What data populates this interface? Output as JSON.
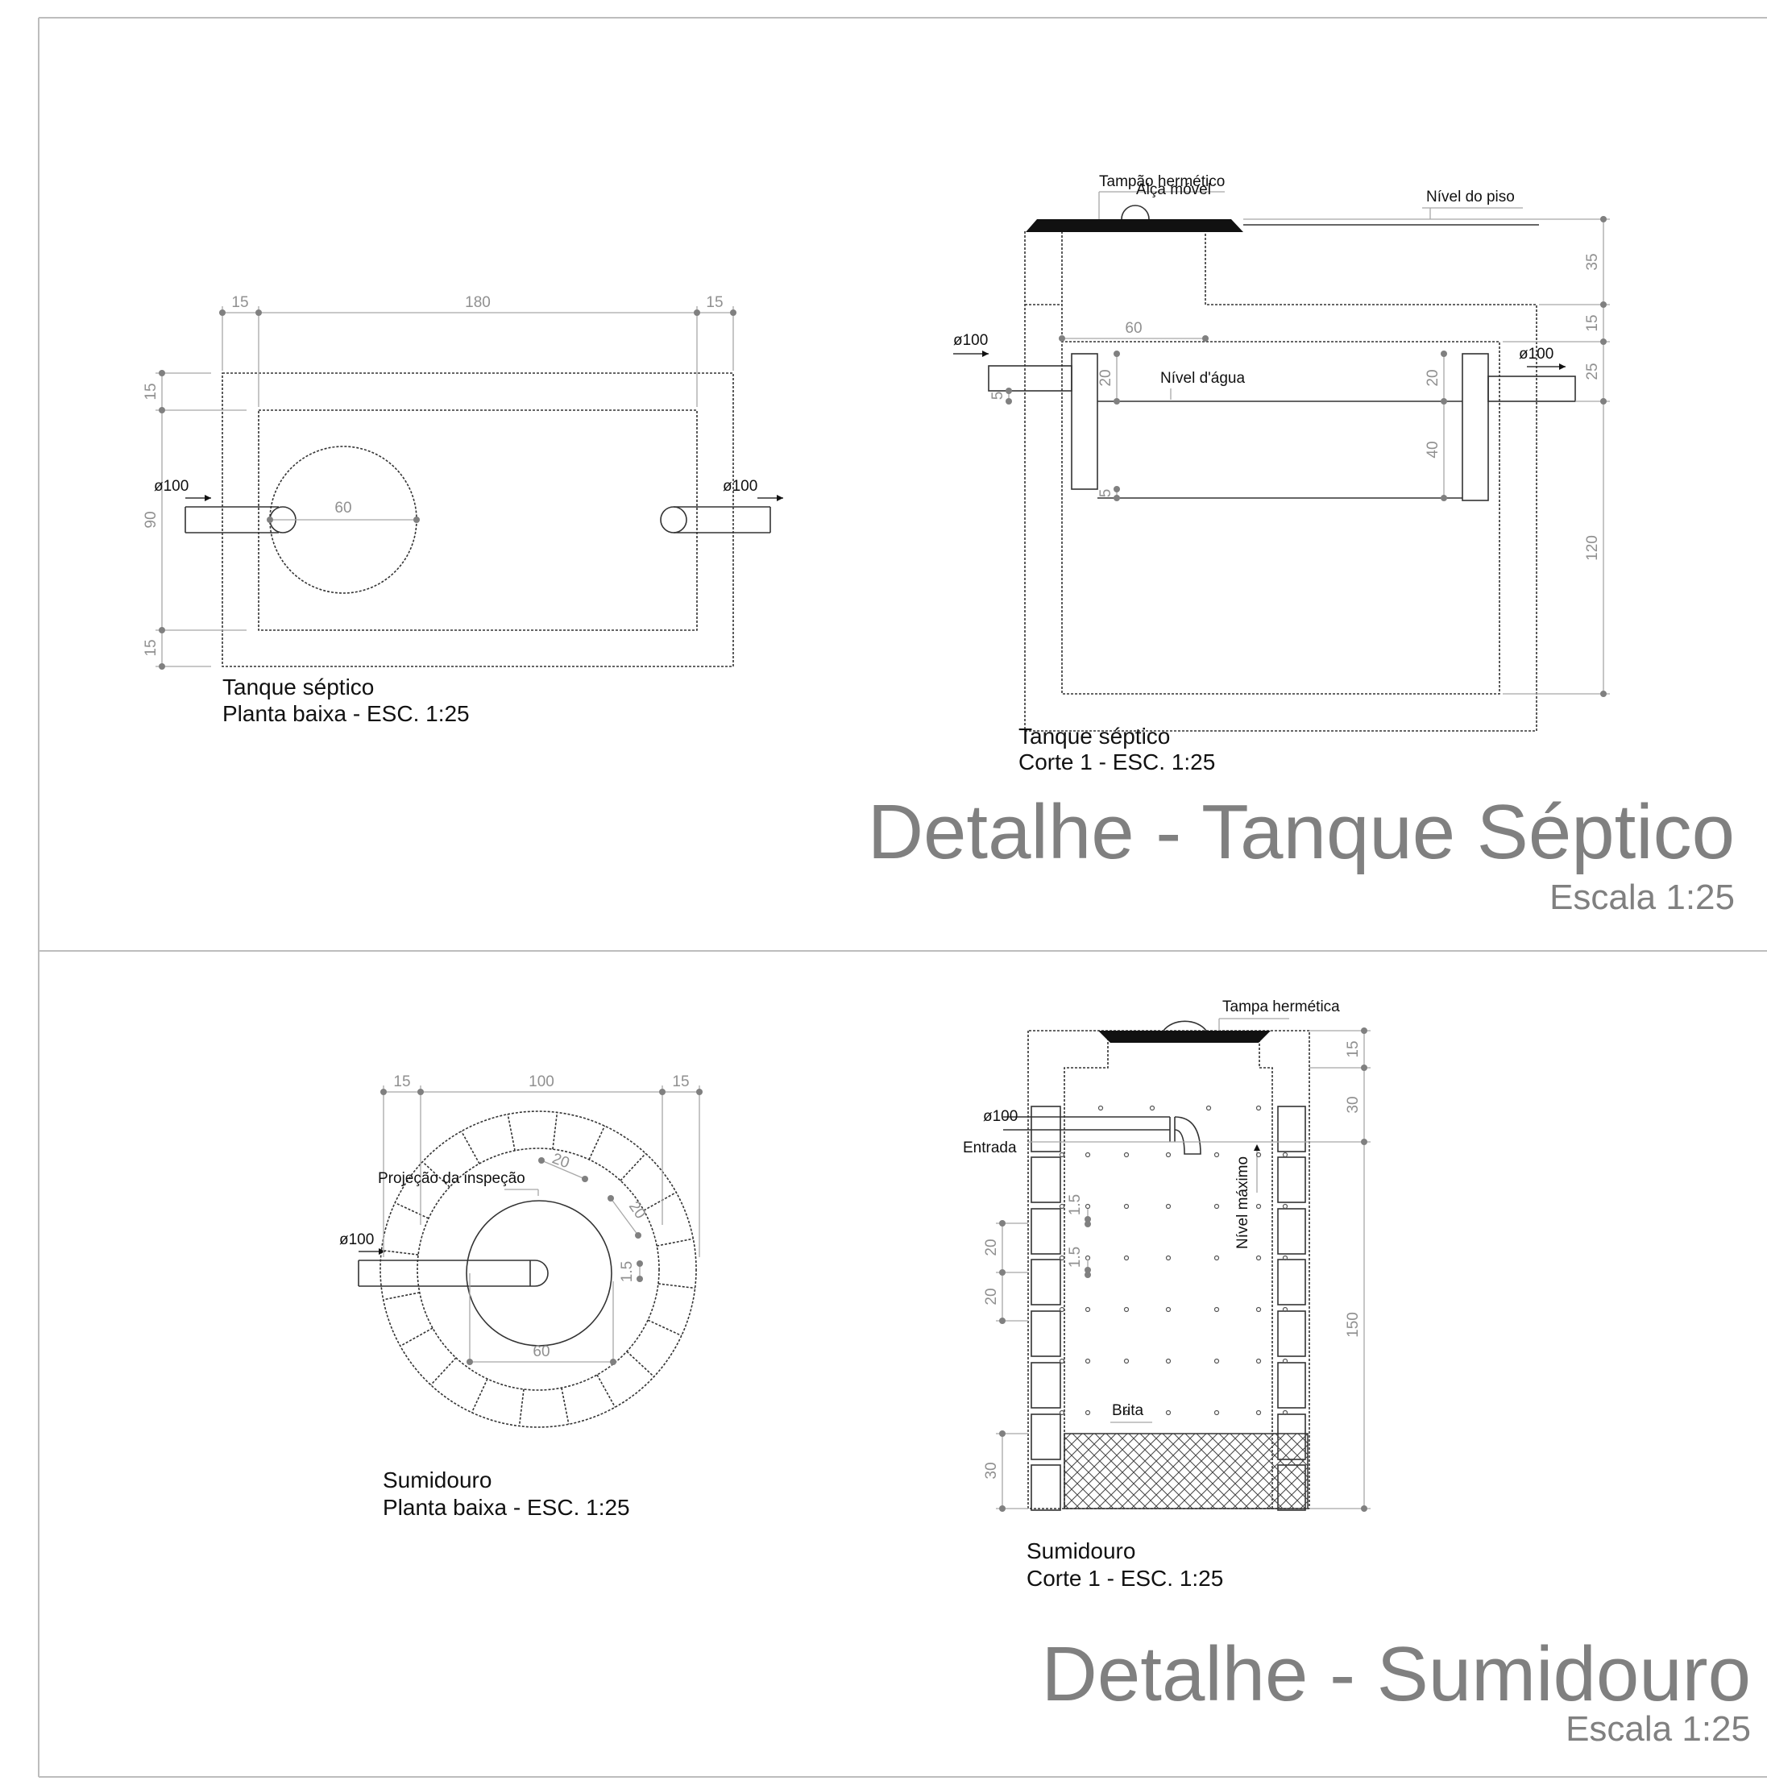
{
  "septic": {
    "title": "Detalhe - Tanque Séptico",
    "scale": "Escala 1:25",
    "plan": {
      "caption_1": "Tanque séptico",
      "caption_2": "Planta baixa - ESC. 1:25",
      "dim_wall_left": "15",
      "dim_inner_length": "180",
      "dim_wall_right": "15",
      "dim_wall_top": "15",
      "dim_inner_width": "90",
      "dim_wall_bottom": "15",
      "dim_inspection": "60",
      "pipe_in": "ø100",
      "pipe_out": "ø100"
    },
    "section": {
      "caption_1": "Tanque séptico",
      "caption_2": "Corte 1 - ESC. 1:25",
      "lid_label": "Tampão hermético",
      "handle_label": "Alça móvel",
      "floor_label": "Nível do piso",
      "water_label": "Nível d'água",
      "pipe_in": "ø100",
      "pipe_out": "ø100",
      "dim_35": "35",
      "dim_15": "15",
      "dim_25": "25",
      "dim_120": "120",
      "dim_60": "60",
      "dim_20_left": "20",
      "dim_5_left": "5",
      "dim_5_bottom": "5",
      "dim_20_right": "20",
      "dim_40_right": "40"
    }
  },
  "sink": {
    "title": "Detalhe - Sumidouro",
    "scale": "Escala 1:25",
    "plan": {
      "caption_1": "Sumidouro",
      "caption_2": "Planta baixa - ESC. 1:25",
      "dim_left": "15",
      "dim_diameter": "100",
      "dim_right": "15",
      "inspection_label": "Projeção da inspeção",
      "dim_20_a": "20",
      "dim_20_b": "20",
      "dim_1_5": "1.5",
      "dim_60": "60",
      "pipe_in": "ø100"
    },
    "section": {
      "caption_1": "Sumidouro",
      "caption_2": "Corte 1 - ESC. 1:25",
      "lid_label": "Tampa hermética",
      "pipe_in": "ø100",
      "entry_label": "Entrada",
      "max_level_label": "Nível máximo",
      "gravel_label": "Brita",
      "dim_15": "15",
      "dim_30_top": "30",
      "dim_150": "150",
      "dim_1_5_a": "1.5",
      "dim_1_5_b": "1.5",
      "dim_20_a": "20",
      "dim_20_b": "20",
      "dim_30_bottom": "30"
    }
  },
  "colors": {
    "line": "#333333",
    "dimension": "#a8a8a8",
    "title": "#808080",
    "frame": "#bdbdbd"
  }
}
